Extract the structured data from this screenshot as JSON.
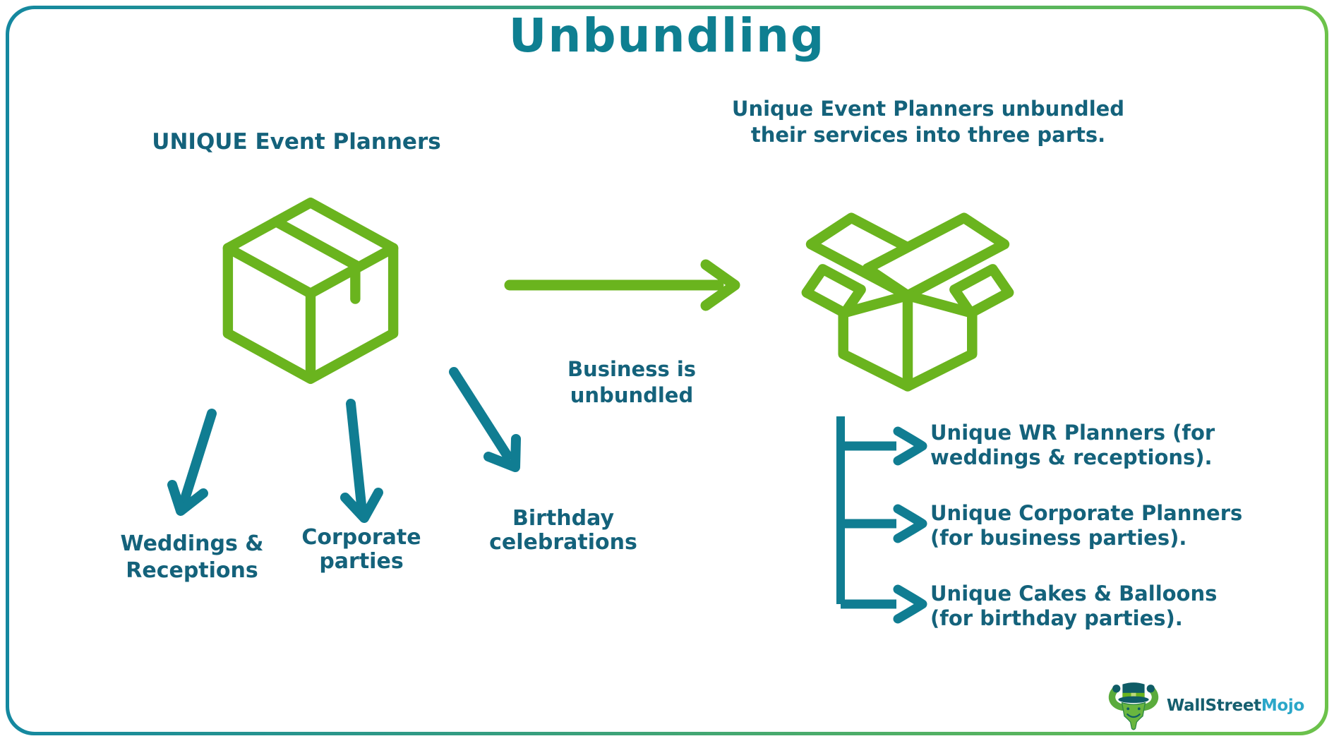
{
  "title": "Unbundling",
  "left_section": {
    "heading": "UNIQUE Event Planners",
    "box_icon": "closed-box-icon",
    "branches": [
      {
        "line1": "Weddings &",
        "line2": "Receptions"
      },
      {
        "line1": "Corporate",
        "line2": "parties"
      },
      {
        "line1": "Birthday",
        "line2": "celebrations"
      }
    ]
  },
  "middle": {
    "arrow_icon": "right-arrow-icon",
    "caption_line1": "Business is",
    "caption_line2": "unbundled"
  },
  "right_section": {
    "heading_line1": "Unique Event Planners unbundled",
    "heading_line2": "their services into three parts.",
    "box_icon": "open-box-icon",
    "items": [
      {
        "line1": "Unique WR Planners (for",
        "line2": "weddings & receptions)."
      },
      {
        "line1": "Unique Corporate Planners",
        "line2": "(for business parties)."
      },
      {
        "line1": "Unique Cakes & Balloons",
        "line2": "(for birthday parties)."
      }
    ]
  },
  "footer": {
    "logo_icon": "wallstreetmojo-bull-icon",
    "logo_text_part1": "WallStreet",
    "logo_text_part2": "Mojo"
  },
  "colors": {
    "title_teal": "#0E7F91",
    "text_teal": "#14627B",
    "arrow_teal": "#107D92",
    "icon_green": "#6AB41E",
    "border_gradient_left": "#1488A0",
    "border_gradient_right": "#6CC24A",
    "logo_wallstreet_text": "#155E6E",
    "logo_mojo_text": "#2BA7C9"
  }
}
